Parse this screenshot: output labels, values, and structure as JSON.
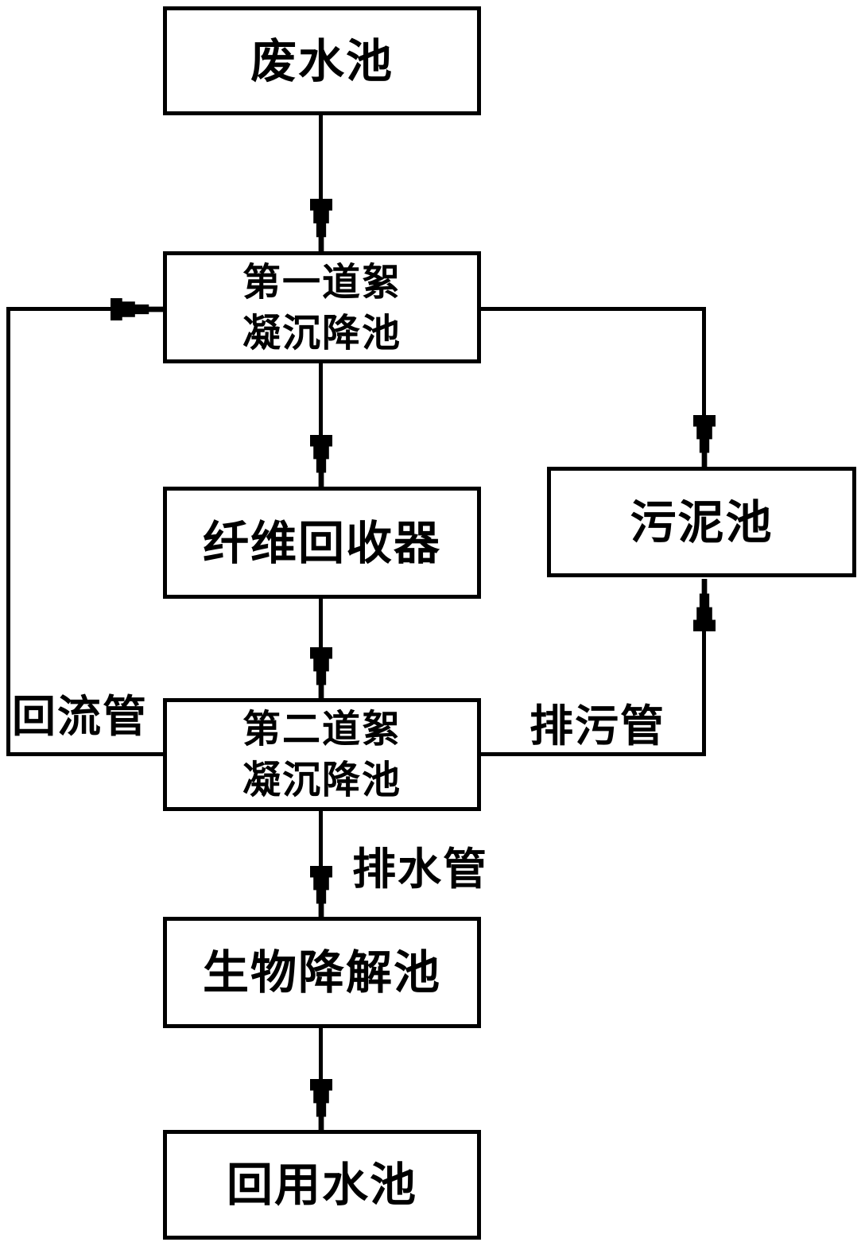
{
  "diagram": {
    "boxes": {
      "wastewater_pool": {
        "label": "废水池"
      },
      "first_flocculation_tank": {
        "line1": "第一道絮",
        "line2": "凝沉降池"
      },
      "fiber_recovery_unit": {
        "label": "纤维回收器"
      },
      "sludge_pool": {
        "label": "污泥池"
      },
      "second_flocculation_tank": {
        "line1": "第二道絮",
        "line2": "凝沉降池"
      },
      "biodegradation_pool": {
        "label": "生物降解池"
      },
      "reuse_water_pool": {
        "label": "回用水池"
      }
    },
    "pipe_labels": {
      "return_pipe": "回流管",
      "sewage_pipe": "排污管",
      "drain_pipe": "排水管"
    },
    "colors": {
      "ink": "#000000",
      "paper": "#ffffff"
    }
  }
}
